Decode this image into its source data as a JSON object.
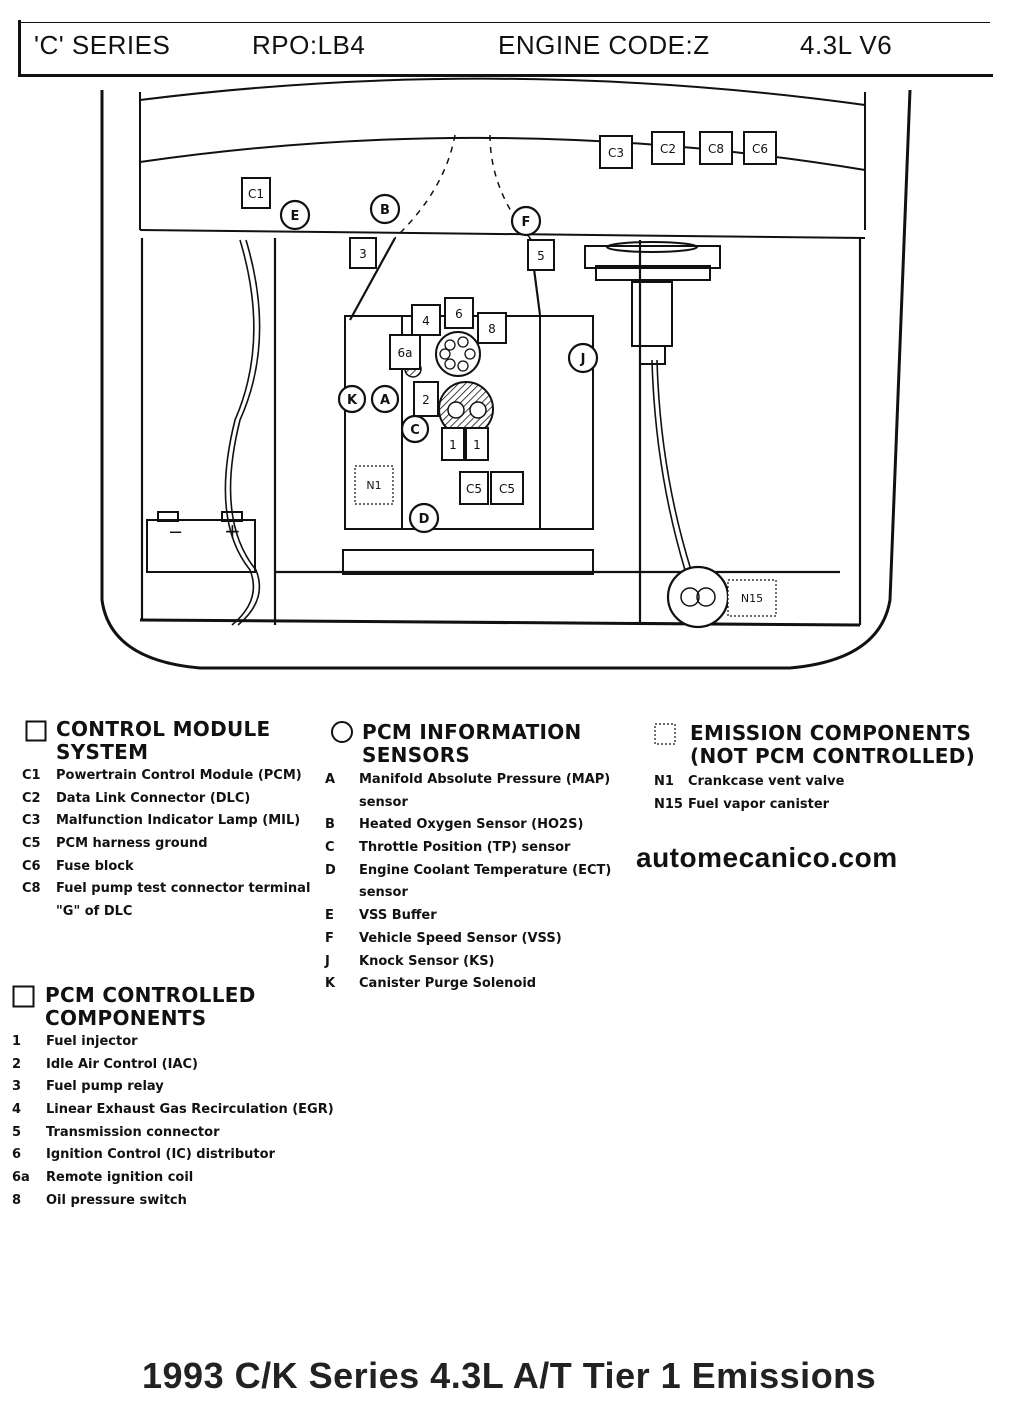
{
  "header": {
    "series": "'C' SERIES",
    "rpo": "RPO:LB4",
    "engine_code": "ENGINE CODE:Z",
    "engine": "4.3L V6"
  },
  "diagram": {
    "boxes": {
      "c1": "C1",
      "c3": "C3",
      "c2": "C2",
      "c8": "C8",
      "c6": "C6",
      "r3": "3",
      "r5": "5",
      "r4": "4",
      "r6": "6",
      "r8": "8",
      "r6a": "6a",
      "r2": "2",
      "r1a": "1",
      "r1b": "1",
      "c5a": "C5",
      "c5b": "C5"
    },
    "circles": {
      "e": "E",
      "b": "B",
      "f": "F",
      "j": "J",
      "k": "K",
      "a": "A",
      "c": "C",
      "d": "D"
    },
    "dotted": {
      "n1": "N1",
      "n15": "N15"
    },
    "battery": {
      "minus": "−",
      "plus": "+"
    }
  },
  "legend": {
    "control_module": {
      "heading": "CONTROL MODULE\nSYSTEM",
      "items": [
        {
          "code": "C1",
          "text": "Powertrain Control Module (PCM)"
        },
        {
          "code": "C2",
          "text": "Data Link Connector (DLC)"
        },
        {
          "code": "C3",
          "text": "Malfunction Indicator Lamp (MIL)"
        },
        {
          "code": "C5",
          "text": "PCM harness ground"
        },
        {
          "code": "C6",
          "text": "Fuse block"
        },
        {
          "code": "C8",
          "text": "Fuel pump test connector terminal"
        },
        {
          "code": "",
          "text": "\"G\" of DLC"
        }
      ]
    },
    "pcm_sensors": {
      "heading": "PCM INFORMATION\nSENSORS",
      "items": [
        {
          "code": "A",
          "text": "Manifold Absolute Pressure (MAP)"
        },
        {
          "code": "",
          "text": "sensor"
        },
        {
          "code": "B",
          "text": "Heated Oxygen Sensor (HO2S)"
        },
        {
          "code": "C",
          "text": "Throttle Position (TP) sensor"
        },
        {
          "code": "D",
          "text": "Engine Coolant Temperature (ECT)"
        },
        {
          "code": "",
          "text": "sensor"
        },
        {
          "code": "E",
          "text": "VSS Buffer"
        },
        {
          "code": "F",
          "text": "Vehicle Speed Sensor (VSS)"
        },
        {
          "code": "J",
          "text": "Knock Sensor (KS)"
        },
        {
          "code": "K",
          "text": "Canister Purge Solenoid"
        }
      ]
    },
    "emission": {
      "heading": "EMISSION COMPONENTS\n(NOT PCM CONTROLLED)",
      "items": [
        {
          "code": "N1",
          "text": "Crankcase vent valve"
        },
        {
          "code": "N15",
          "text": "Fuel vapor canister"
        }
      ]
    },
    "pcm_controlled": {
      "heading": "PCM CONTROLLED\nCOMPONENTS",
      "items": [
        {
          "code": "1",
          "text": "Fuel injector"
        },
        {
          "code": "2",
          "text": "Idle Air Control (IAC)"
        },
        {
          "code": "3",
          "text": "Fuel pump relay"
        },
        {
          "code": "4",
          "text": "Linear Exhaust Gas Recirculation (EGR)"
        },
        {
          "code": "5",
          "text": "Transmission connector"
        },
        {
          "code": "6",
          "text": "Ignition Control (IC) distributor"
        },
        {
          "code": "6a",
          "text": "Remote ignition coil"
        },
        {
          "code": "8",
          "text": "Oil pressure switch"
        }
      ]
    }
  },
  "watermark": "automecanico.com",
  "footer": "1993 C/K Series 4.3L A/T Tier 1 Emissions"
}
